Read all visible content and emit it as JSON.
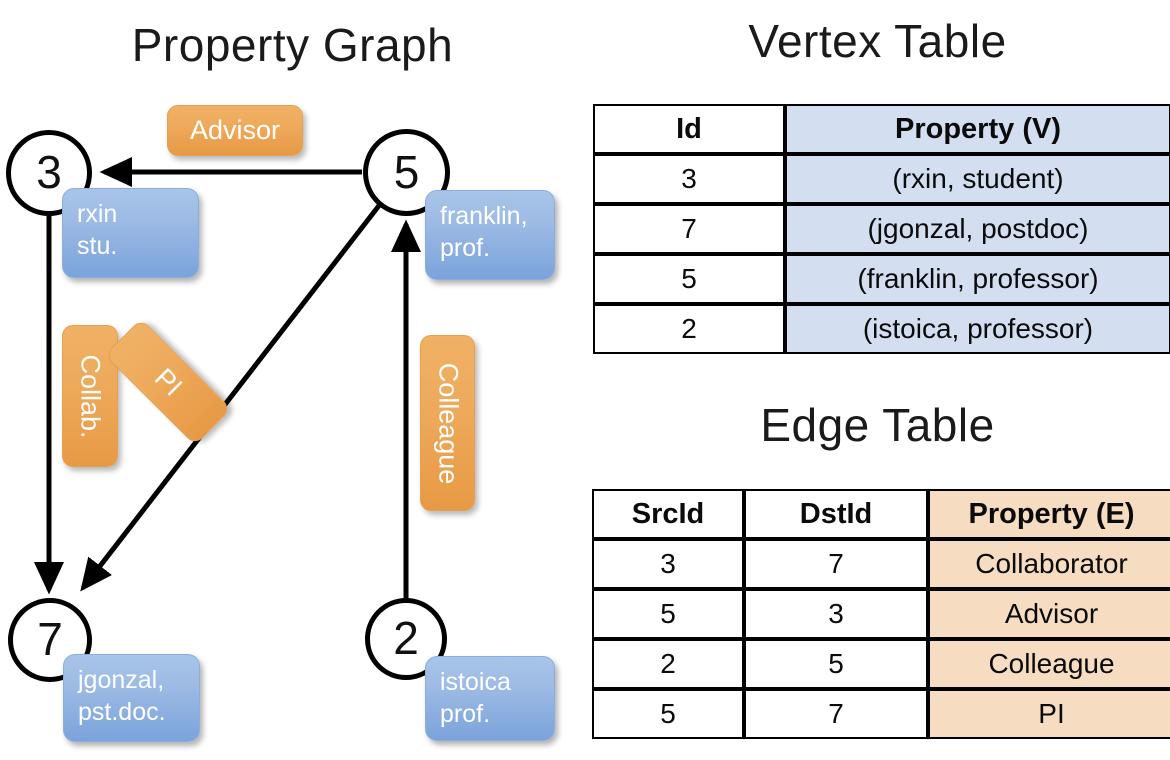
{
  "titles": {
    "graph": "Property Graph",
    "vertex_table": "Vertex Table",
    "edge_table": "Edge Table"
  },
  "graph": {
    "nodes": [
      {
        "id": "3",
        "property": "rxin\nstu."
      },
      {
        "id": "5",
        "property": "franklin,\nprof."
      },
      {
        "id": "7",
        "property": "jgonzal,\npst.doc."
      },
      {
        "id": "2",
        "property": "istoica\nprof."
      }
    ],
    "node_labels": {
      "n3": "3",
      "n5": "5",
      "n7": "7",
      "n2": "2"
    },
    "vertex_props": {
      "n3_line1": "rxin",
      "n3_line2": "stu.",
      "n5_line1": "franklin,",
      "n5_line2": "prof.",
      "n7_line1": "jgonzal,",
      "n7_line2": "pst.doc.",
      "n2_line1": "istoica",
      "n2_line2": "prof."
    },
    "edge_labels": {
      "advisor": "Advisor",
      "collab": "Collab.",
      "pi": "PI",
      "colleague": "Colleague"
    },
    "edges": [
      {
        "from": "5",
        "to": "3",
        "label": "Advisor"
      },
      {
        "from": "3",
        "to": "7",
        "label": "Collab."
      },
      {
        "from": "5",
        "to": "7",
        "label": "PI"
      },
      {
        "from": "2",
        "to": "5",
        "label": "Colleague"
      }
    ]
  },
  "vertex_table": {
    "headers": [
      "Id",
      "Property (V)"
    ],
    "rows": [
      {
        "id": "3",
        "property": "(rxin, student)"
      },
      {
        "id": "7",
        "property": "(jgonzal, postdoc)"
      },
      {
        "id": "5",
        "property": "(franklin, professor)"
      },
      {
        "id": "2",
        "property": "(istoica, professor)"
      }
    ]
  },
  "edge_table": {
    "headers": [
      "SrcId",
      "DstId",
      "Property (E)"
    ],
    "rows": [
      {
        "src": "3",
        "dst": "7",
        "property": "Collaborator"
      },
      {
        "src": "5",
        "dst": "3",
        "property": "Advisor"
      },
      {
        "src": "2",
        "dst": "5",
        "property": "Colleague"
      },
      {
        "src": "5",
        "dst": "7",
        "property": "PI"
      }
    ]
  },
  "colors": {
    "vertex_property_fill": "#d3dff1",
    "edge_property_fill": "#f6dcc1",
    "node_callout_blue": "#7ba3db",
    "edge_callout_orange": "#e79a45",
    "stroke": "#000000",
    "background": "#ffffff"
  }
}
